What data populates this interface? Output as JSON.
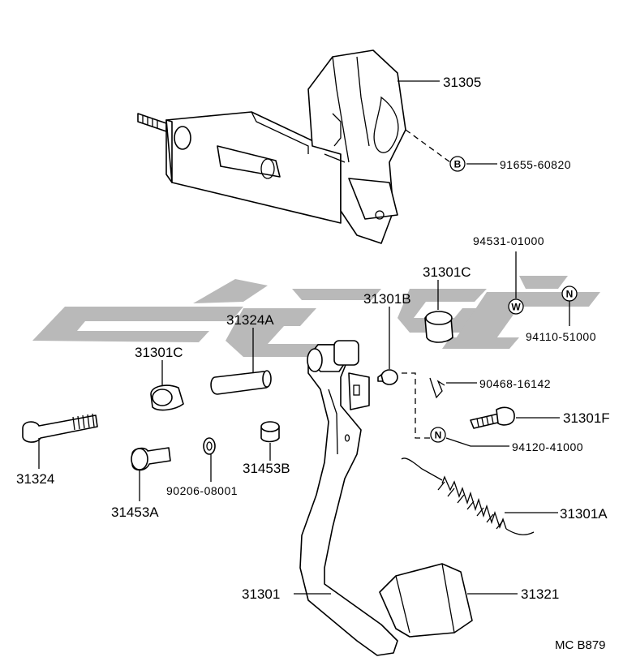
{
  "watermark": {
    "color": "#b9b9b9"
  },
  "callouts": {
    "p31305": "31305",
    "p91655": "91655-60820",
    "p94531": "94531-01000",
    "p31301C_top": "31301C",
    "p31301B": "31301B",
    "p94110": "94110-51000",
    "p31324A": "31324A",
    "p31301C_left": "31301C",
    "p90468": "90468-16142",
    "p31301F": "31301F",
    "p94120": "94120-41000",
    "p31324": "31324",
    "p90206": "90206-08001",
    "p31453B": "31453B",
    "p31453A": "31453A",
    "p31301A": "31301A",
    "p31301": "31301",
    "p31321": "31321"
  },
  "symbols": {
    "b": "B",
    "w": "W",
    "n_top": "N",
    "n_mid": "N"
  },
  "code": "MC  B879"
}
